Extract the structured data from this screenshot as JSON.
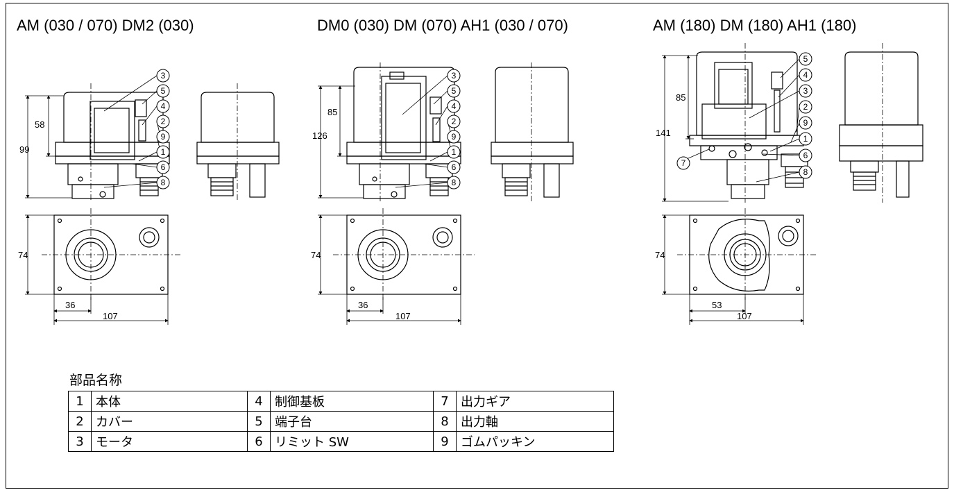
{
  "titles": [
    "AM (030 / 070)  DM2 (030)",
    "DM0 (030)  DM (070)  AH1 (030 / 070)",
    "AM (180)  DM (180)  AH1 (180)"
  ],
  "drawings": [
    {
      "dims": {
        "total_height": "99",
        "cover_height": "58",
        "base_depth": "74",
        "shaft_offset": "36",
        "base_width": "107"
      }
    },
    {
      "dims": {
        "total_height": "126",
        "cover_height": "85",
        "base_depth": "74",
        "shaft_offset": "36",
        "base_width": "107"
      }
    },
    {
      "dims": {
        "total_height": "141",
        "cover_height": "85",
        "base_depth": "74",
        "shaft_offset": "53",
        "base_width": "107"
      }
    }
  ],
  "parts": {
    "title": "部品名称",
    "rows": [
      [
        {
          "no": "1",
          "name": "本体"
        },
        {
          "no": "4",
          "name": "制御基板"
        },
        {
          "no": "7",
          "name": "出力ギア"
        }
      ],
      [
        {
          "no": "2",
          "name": "カバー"
        },
        {
          "no": "5",
          "name": "端子台"
        },
        {
          "no": "8",
          "name": "出力軸"
        }
      ],
      [
        {
          "no": "3",
          "name": "モータ"
        },
        {
          "no": "6",
          "name": "リミット SW"
        },
        {
          "no": "9",
          "name": "ゴムパッキン"
        }
      ]
    ]
  }
}
